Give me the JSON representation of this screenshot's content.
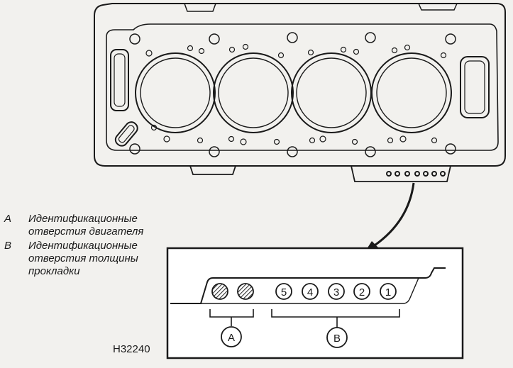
{
  "legend": {
    "items": [
      {
        "key": "A",
        "text": "Идентификационные отверстия двигателя"
      },
      {
        "key": "B",
        "text": "Идентификационные отверстия толщины прокладки"
      }
    ]
  },
  "detail": {
    "hole_numbers": [
      "5",
      "4",
      "3",
      "2",
      "1"
    ],
    "callout_a": "A",
    "callout_b": "B"
  },
  "reference_code": "H32240",
  "colors": {
    "line": "#1a1a1a",
    "background": "#f2f1ee",
    "hatch": "#333333"
  }
}
